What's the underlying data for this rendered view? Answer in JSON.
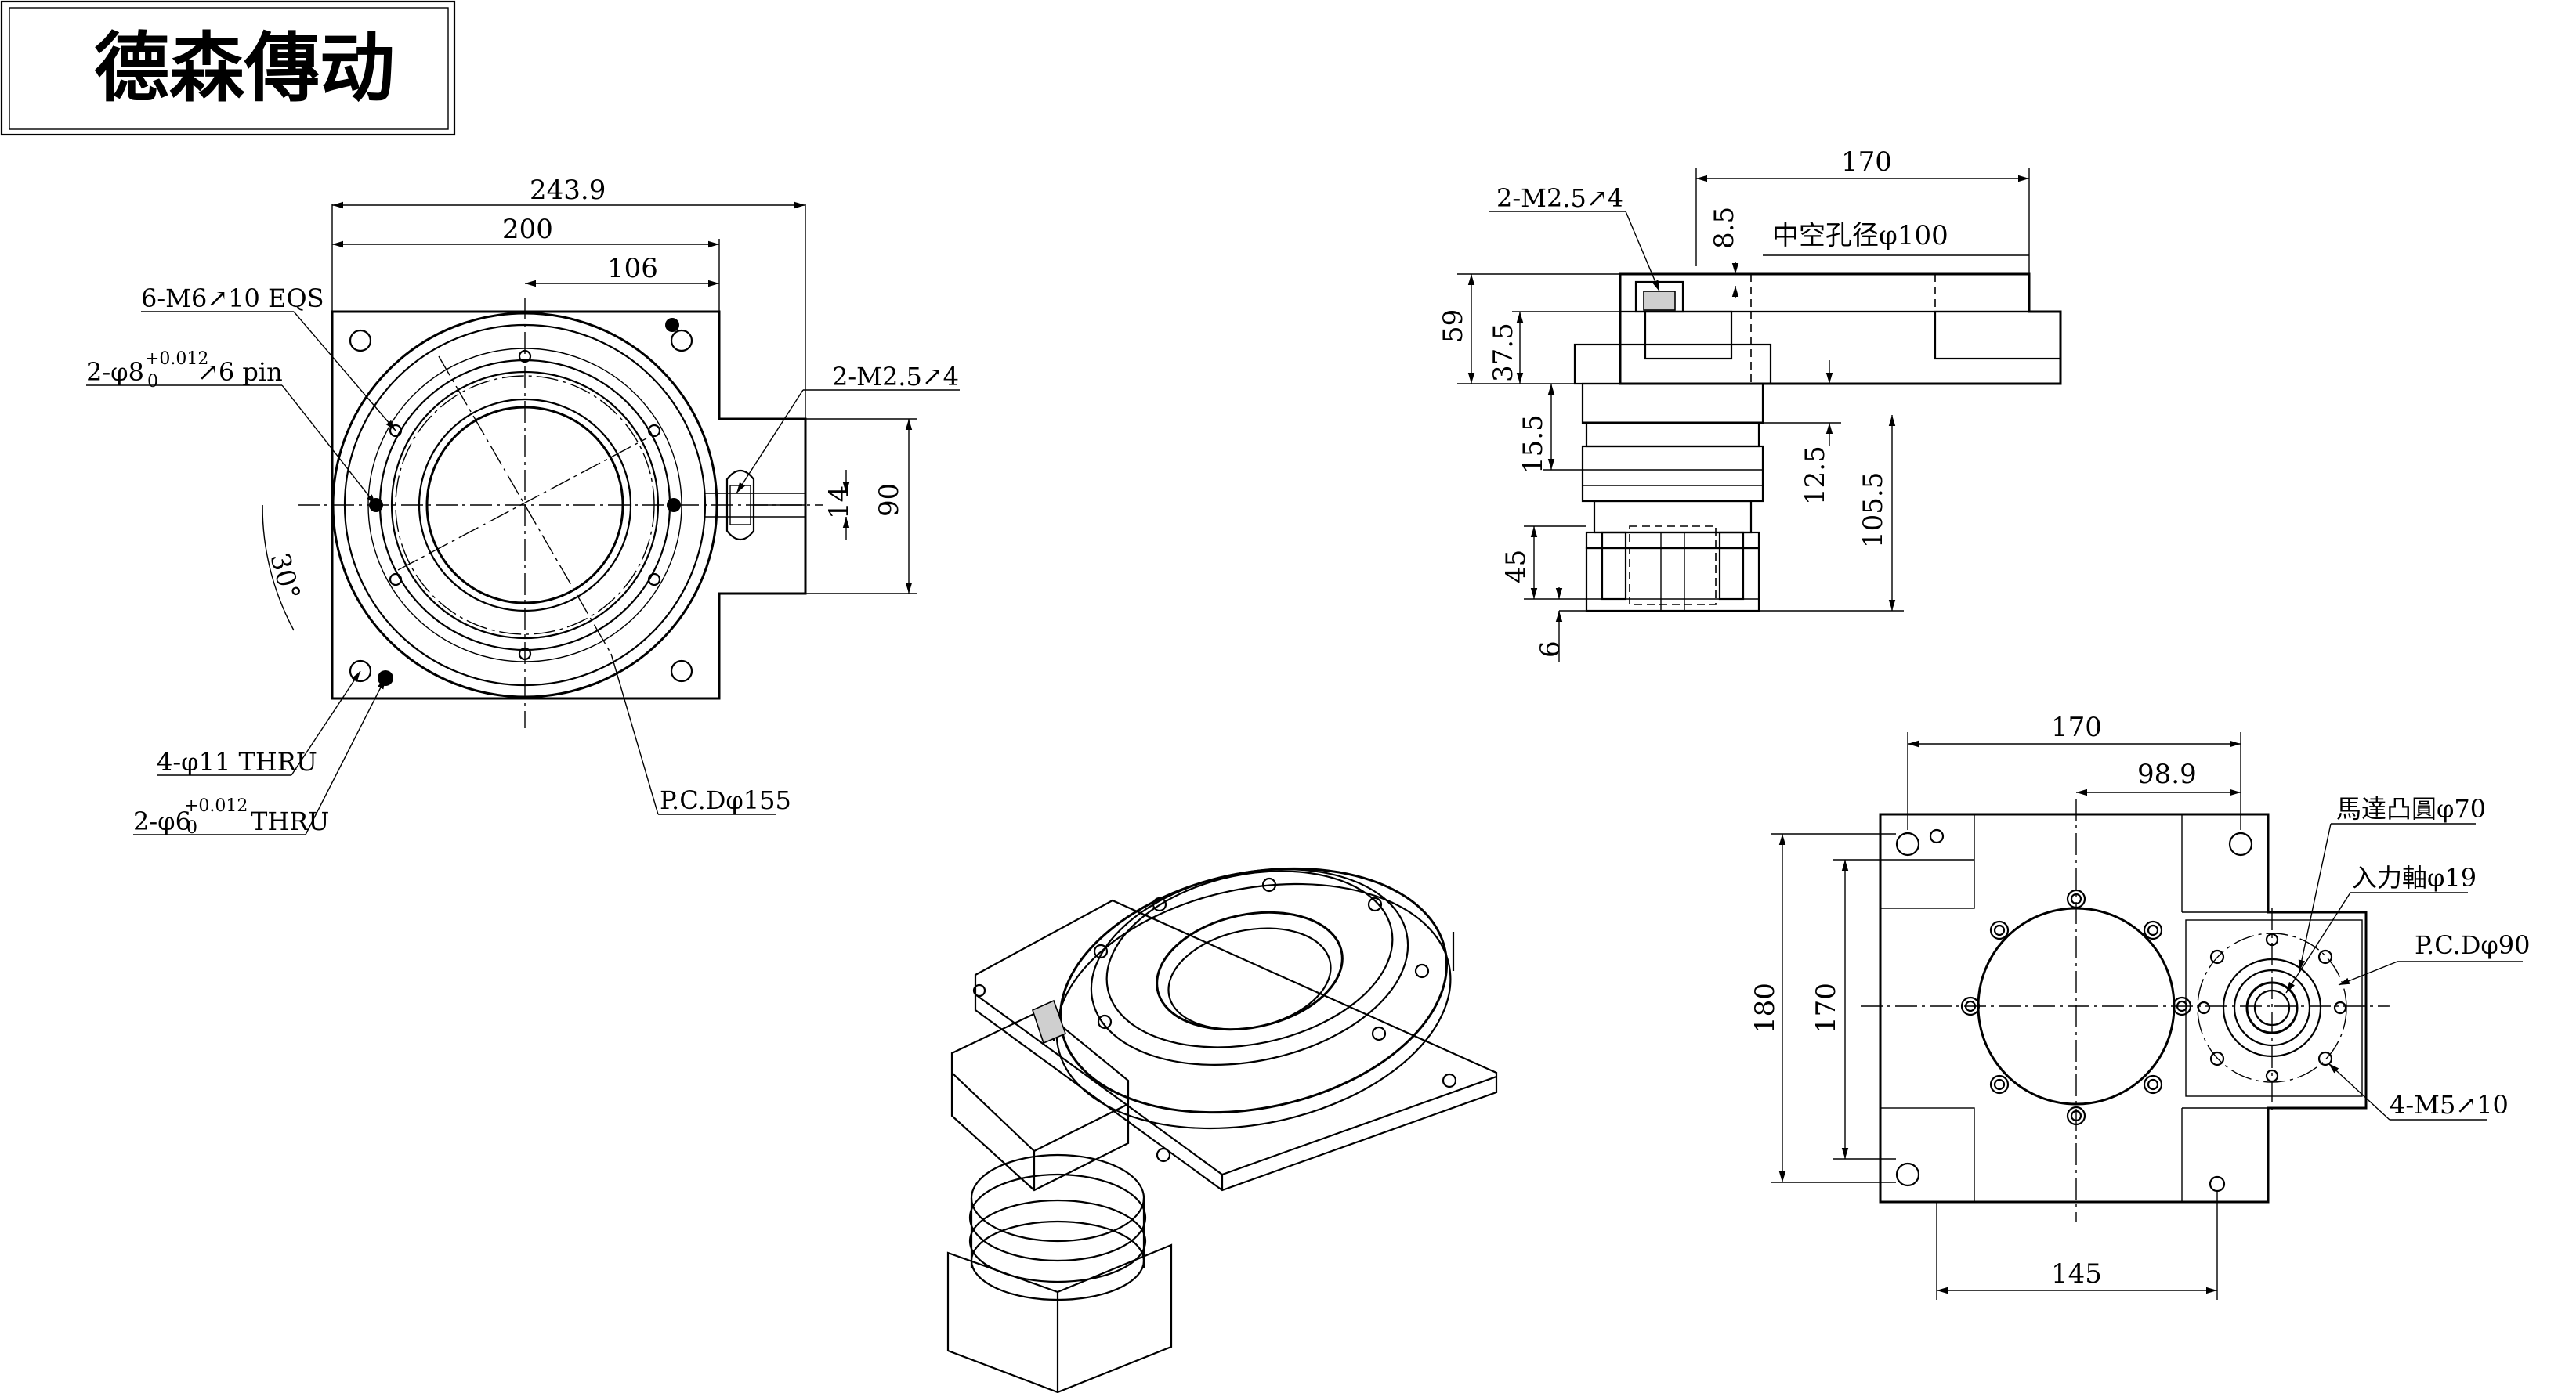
{
  "title_block": {
    "brand": "德森傳动"
  },
  "top_view": {
    "dims": {
      "overall_width": "243.9",
      "flange_width": "200",
      "center_to_edge": "106",
      "motor_boss_height": "90",
      "slot_width": "14"
    },
    "callouts": {
      "tapped_holes": "6-M6↗10 EQS",
      "pin_holes_prefix": "2-φ8",
      "pin_holes_tol_upper": "+0.012",
      "pin_holes_tol_lower": "0",
      "pin_holes_suffix": "↗6 pin",
      "side_tapped": "2-M2.5↗4",
      "angle": "30°",
      "thru_holes": "4-φ11 THRU",
      "dowel_prefix": "2-φ6",
      "dowel_tol_upper": "+0.012",
      "dowel_tol_lower": "0",
      "dowel_suffix": "THRU",
      "pcd": "P.C.Dφ155"
    }
  },
  "side_view": {
    "dims": {
      "top_width": "170",
      "flange_thk": "8.5",
      "hollow_bore": "中空孔径φ100",
      "total_height": "59",
      "body_height": "37.5",
      "ring_height": "15.5",
      "shaft_offset": "12.5",
      "motor_length": "105.5",
      "motor_h": "45",
      "base_thk": "6"
    },
    "callouts": {
      "side_tapped": "2-M2.5↗4"
    }
  },
  "bottom_view": {
    "dims": {
      "width": "170",
      "offset": "98.9",
      "height_outer": "180",
      "height_inner": "170",
      "bottom_width": "145"
    },
    "callouts": {
      "motor_pilot": "馬達凸圓φ70",
      "input_shaft": "入力軸φ19",
      "pcd": "P.C.Dφ90",
      "motor_taps": "4-M5↗10"
    }
  }
}
